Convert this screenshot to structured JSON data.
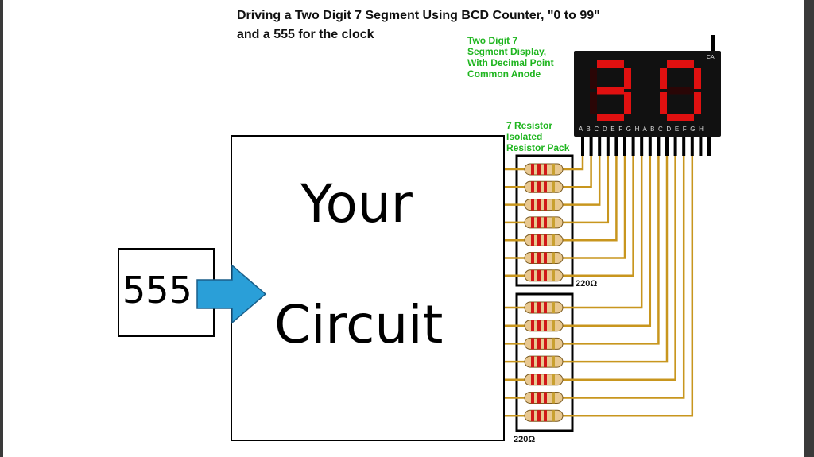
{
  "title_line1": "Driving a Two Digit  7 Segment Using BCD Counter, \"0 to 99\"",
  "title_line2": "and a 555 for the clock",
  "display_label": [
    "Two Digit 7",
    "Segment Display,",
    "With Decimal Point",
    "Common Anode"
  ],
  "resistor_label": [
    "7 Resistor",
    "Isolated",
    "Resistor Pack"
  ],
  "resistor_value_top": "220Ω",
  "resistor_value_bottom": "220Ω",
  "timer_label": "555",
  "circuit_label_line1": "Your",
  "circuit_label_line2": "Circuit",
  "display_digits": "30",
  "pin_labels": "A B C D E F G H A B C D E F G H",
  "ca_label": "CA",
  "colors": {
    "display_body": "#111111",
    "segment_on": "#e01010",
    "wire": "#c8961e",
    "arrow": "#2a9fd8",
    "label_green": "#1fb51f"
  }
}
